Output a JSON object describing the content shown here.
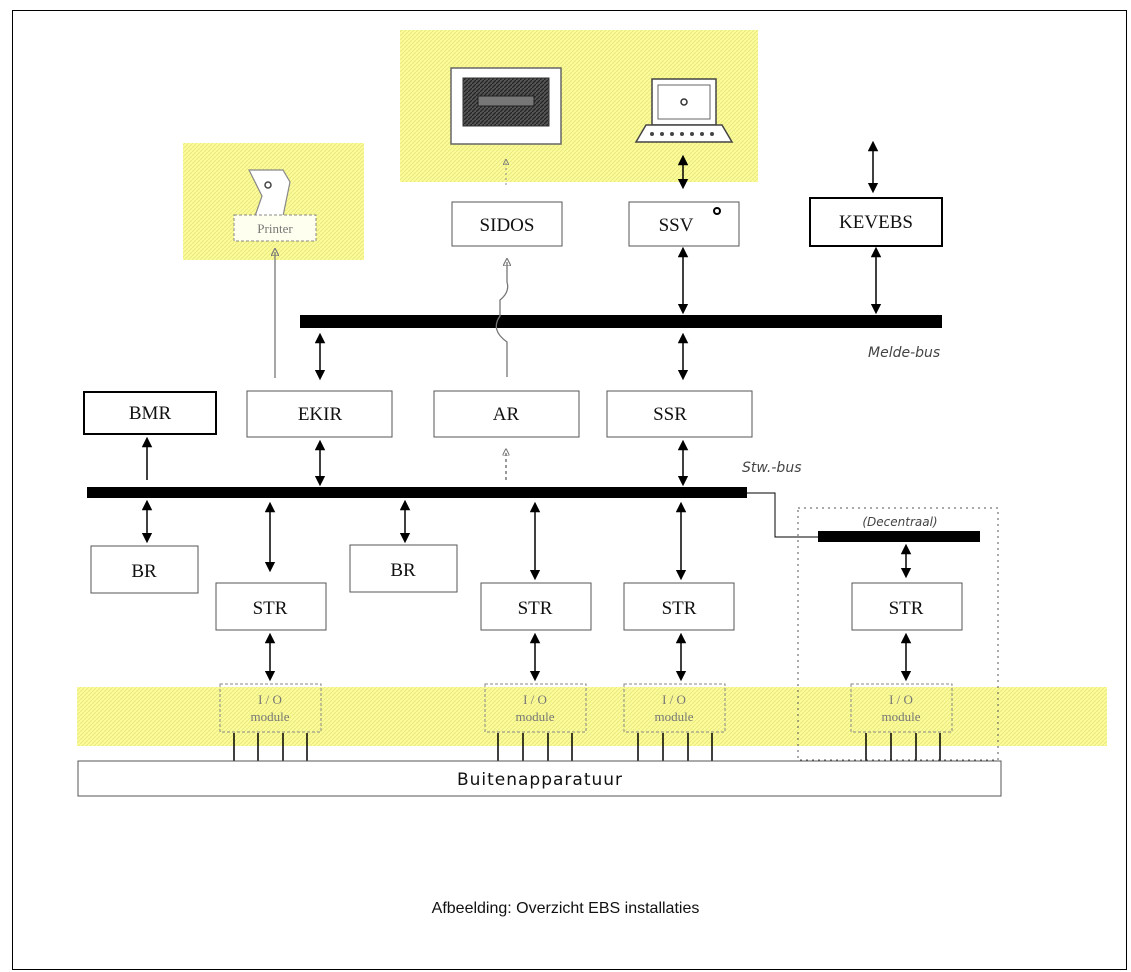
{
  "diagram": {
    "nodes": {
      "printer": "Printer",
      "sidos": "SIDOS",
      "ssv": "SSV",
      "kevebs": "KEVEBS",
      "bmr": "BMR",
      "ekir": "EKIR",
      "ar": "AR",
      "ssr": "SSR",
      "br1": "BR",
      "br2": "BR",
      "str1": "STR",
      "str2": "STR",
      "str3": "STR",
      "str4": "STR",
      "io1_line1": "I / O",
      "io1_line2": "module",
      "io2_line1": "I / O",
      "io2_line2": "module",
      "io3_line1": "I / O",
      "io3_line2": "module",
      "io4_line1": "I / O",
      "io4_line2": "module",
      "buitenapparatuur": "Buitenapparatuur"
    },
    "buses": {
      "melde": "Melde-bus",
      "stw": "Stw.-bus",
      "decentraal": "(Decentraal)"
    },
    "colors": {
      "highlight": "#fafa9e",
      "bus": "#000000"
    },
    "icons": [
      "printer-icon",
      "monitor-icon",
      "laptop-icon"
    ]
  },
  "caption": "Afbeelding: Overzicht EBS installaties"
}
